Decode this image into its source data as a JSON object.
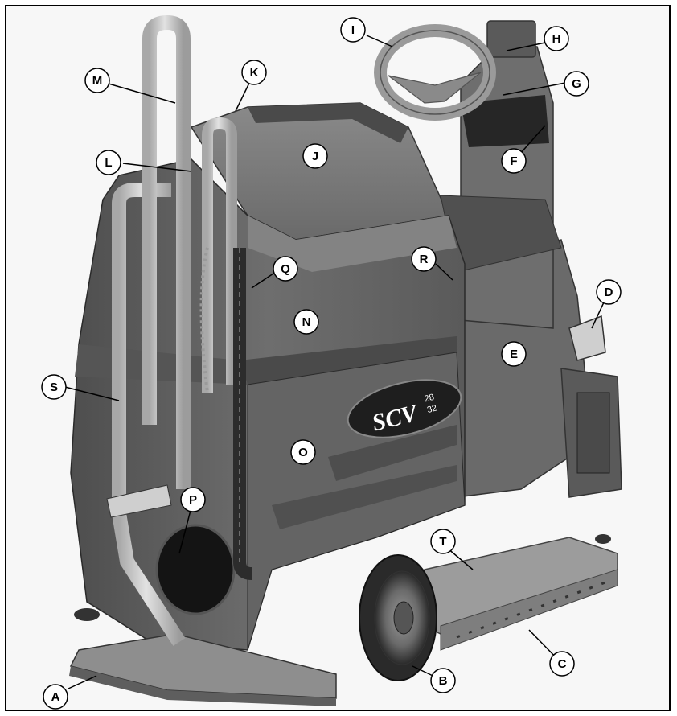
{
  "diagram": {
    "logo_text": "SCV",
    "logo_model_top": "28",
    "logo_model_bottom": "32",
    "callouts": [
      {
        "id": "A",
        "name": "callout-a"
      },
      {
        "id": "B",
        "name": "callout-b"
      },
      {
        "id": "C",
        "name": "callout-c"
      },
      {
        "id": "D",
        "name": "callout-d"
      },
      {
        "id": "E",
        "name": "callout-e"
      },
      {
        "id": "F",
        "name": "callout-f"
      },
      {
        "id": "G",
        "name": "callout-g"
      },
      {
        "id": "H",
        "name": "callout-h"
      },
      {
        "id": "I",
        "name": "callout-i"
      },
      {
        "id": "J",
        "name": "callout-j"
      },
      {
        "id": "K",
        "name": "callout-k"
      },
      {
        "id": "L",
        "name": "callout-l"
      },
      {
        "id": "M",
        "name": "callout-m"
      },
      {
        "id": "N",
        "name": "callout-n"
      },
      {
        "id": "O",
        "name": "callout-o"
      },
      {
        "id": "P",
        "name": "callout-p"
      },
      {
        "id": "Q",
        "name": "callout-q"
      },
      {
        "id": "R",
        "name": "callout-r"
      },
      {
        "id": "S",
        "name": "callout-s"
      },
      {
        "id": "T",
        "name": "callout-t"
      }
    ],
    "colors": {
      "body_dark": "#5e5e5e",
      "body_mid": "#7a7a7a",
      "body_light": "#9a9a9a",
      "tube": "#c4c4c4",
      "bumper": "#8e8e8e",
      "callout_fill": "#ffffff",
      "callout_stroke": "#000000"
    }
  }
}
